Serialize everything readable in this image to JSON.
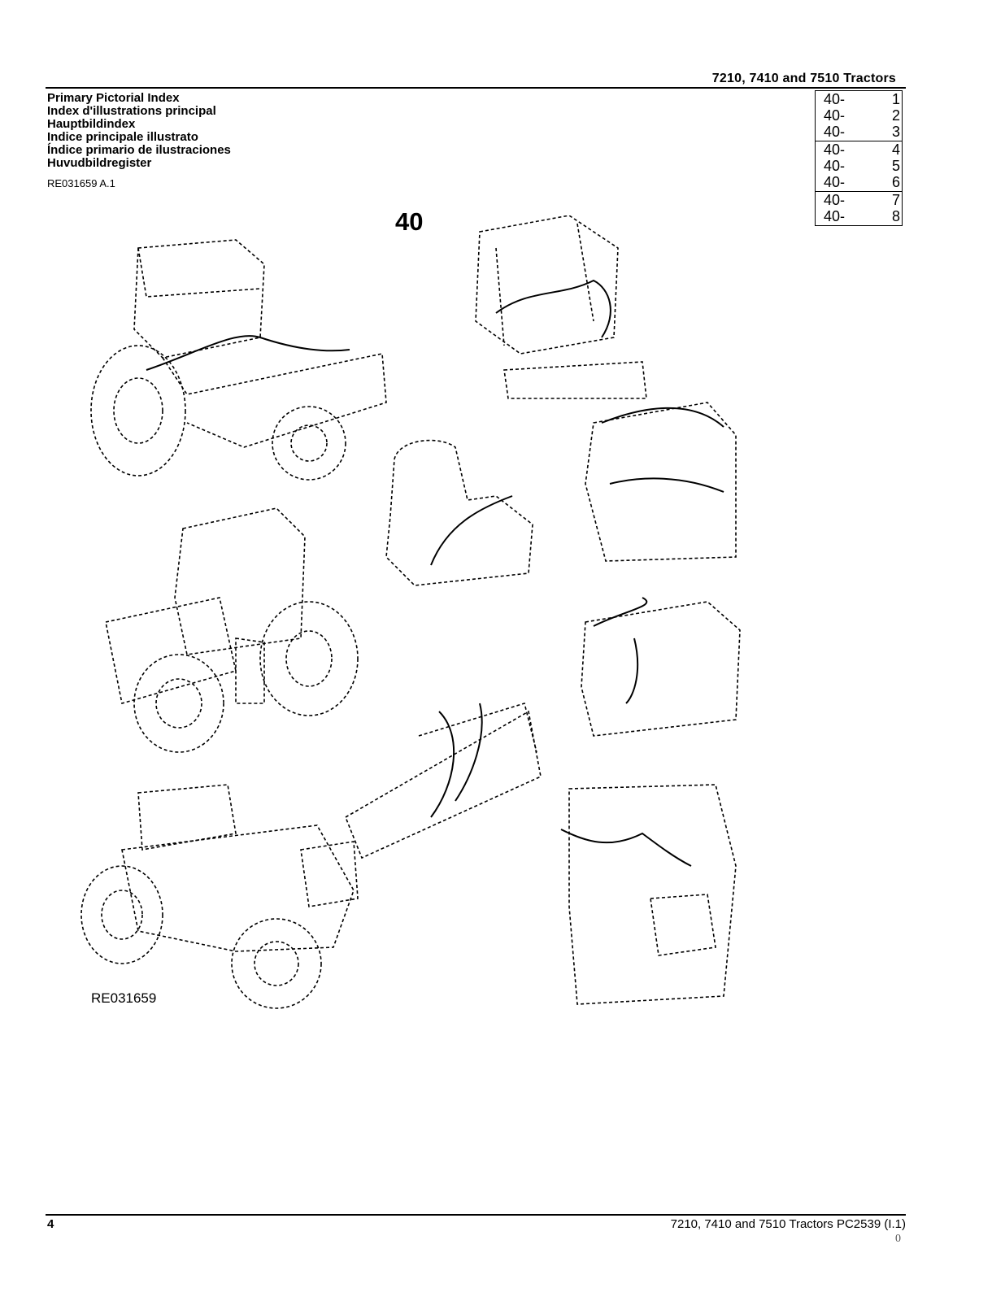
{
  "header": {
    "title": "7210, 7410 and 7510 Tractors"
  },
  "titles": [
    "Primary Pictorial Index",
    "Index d'illustrations principal",
    "Hauptbildindex",
    "Indice principale illustrato",
    "Índice primario de ilustraciones",
    "Huvudbildregister"
  ],
  "figure_ref": "RE031659 A.1",
  "section_number": "40",
  "index": [
    [
      {
        "prefix": "40-",
        "page": "1"
      },
      {
        "prefix": "40-",
        "page": "2"
      },
      {
        "prefix": "40-",
        "page": "3"
      }
    ],
    [
      {
        "prefix": "40-",
        "page": "4"
      },
      {
        "prefix": "40-",
        "page": "5"
      },
      {
        "prefix": "40-",
        "page": "6"
      }
    ],
    [
      {
        "prefix": "40-",
        "page": "7"
      },
      {
        "prefix": "40-",
        "page": "8"
      }
    ]
  ],
  "figure_label": "RE031659",
  "footer": {
    "page_number": "4",
    "text": "7210, 7410 and 7510 Tractors    PC2539    (I.1)",
    "sub": "0"
  }
}
